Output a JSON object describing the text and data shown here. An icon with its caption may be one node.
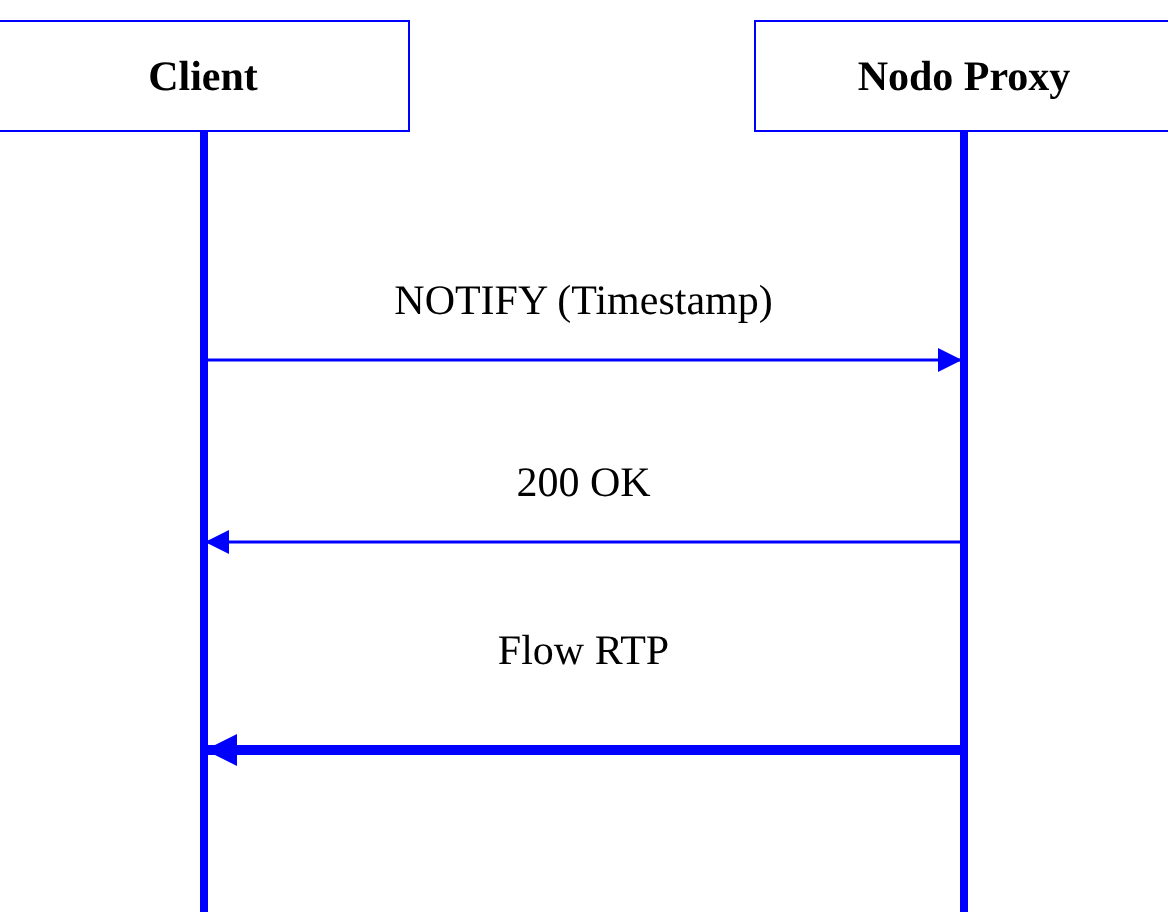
{
  "diagram": {
    "nodes": [
      {
        "text": [
          "Client"
        ]
      },
      {
        "text": [
          "Nodo Proxy"
        ]
      }
    ],
    "edges": [
      {
        "from": 0,
        "to": 1,
        "arrow": "to",
        "label": "NOTIFY (Timestamp)"
      },
      {
        "from": 1,
        "to": 0,
        "arrow": "to",
        "label": "200 OK"
      },
      {
        "from": 1,
        "to": 0,
        "arrow": "to",
        "label": "Flow RTP",
        "style": "thick"
      }
    ]
  }
}
